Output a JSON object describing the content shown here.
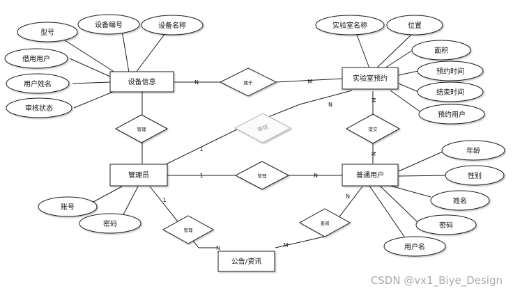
{
  "entities": {
    "device_info": "设备信息",
    "lab_booking": "实验室预约",
    "admin": "管理员",
    "user": "普通用户",
    "notice": "公告/资讯"
  },
  "attributes": {
    "device_info": [
      "型号",
      "设备编号",
      "设备名称",
      "借用用户",
      "用户姓名",
      "审核状态"
    ],
    "lab_booking": [
      "实验室名称",
      "位置",
      "面积",
      "预约时间",
      "结束时间",
      "预约用户"
    ],
    "admin": [
      "账号",
      "密码"
    ],
    "user": [
      "年龄",
      "性别",
      "姓名",
      "密码",
      "用户名"
    ]
  },
  "relationships": {
    "belongs_to": "属于",
    "manage_device": "管理",
    "review": "审核",
    "submit": "提交",
    "manage_user": "管理",
    "manage_notice": "管理",
    "view_notice": "查阅"
  },
  "cardinalities": {
    "device_belongs": "N",
    "lab_belongs": "M",
    "lab_review": "N",
    "admin_review": "1",
    "lab_submit": "M",
    "user_submit": "N",
    "admin_manage_user": "1",
    "user_manage_user": "N",
    "admin_manage_notice": "1",
    "notice_manage_notice": "N",
    "notice_view": "M",
    "user_view": "N"
  },
  "watermark": "CSDN @vx1_Biye_Design"
}
